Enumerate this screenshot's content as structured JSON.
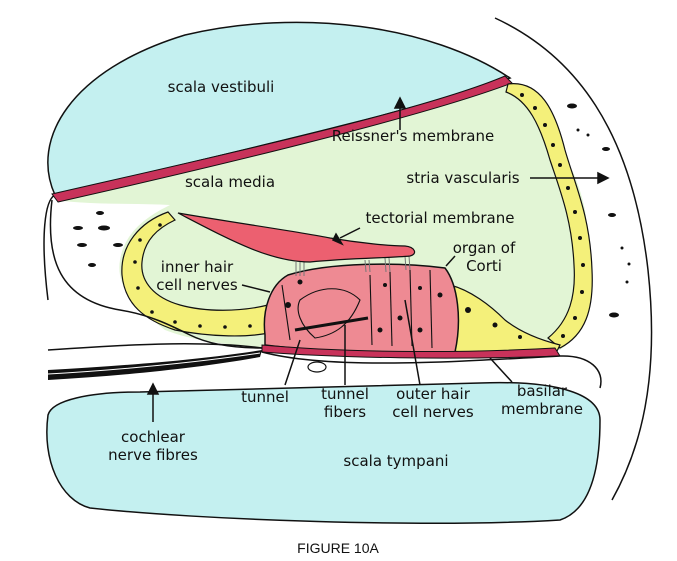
{
  "figure": {
    "caption": "FIGURE 10A",
    "labels": {
      "scala_vestibuli": "scala vestibuli",
      "reissners_membrane": "Reissner's membrane",
      "scala_media": "scala media",
      "stria_vascularis": "stria vascularis",
      "tectorial_membrane": "tectorial membrane",
      "organ_of_corti_1": "organ of",
      "organ_of_corti_2": "Corti",
      "inner_hair_1": "inner hair",
      "inner_hair_2": "cell nerves",
      "tunnel": "tunnel",
      "tunnel_fibers_1": "tunnel",
      "tunnel_fibers_2": "fibers",
      "outer_hair_1": "outer hair",
      "outer_hair_2": "cell nerves",
      "basilar_1": "basilar",
      "basilar_2": "membrane",
      "cochlear_1": "cochlear",
      "cochlear_2": "nerve fibres",
      "scala_tympani": "scala tympani"
    }
  },
  "colors": {
    "fluid_blue": "#c4f0f0",
    "media_green": "#e2f5d5",
    "stria_yellow": "#f4f07a",
    "membrane_red": "#c8325a",
    "corti_pink": "#ee8a93",
    "tectorial": "#ec6070",
    "outline": "#111111"
  }
}
